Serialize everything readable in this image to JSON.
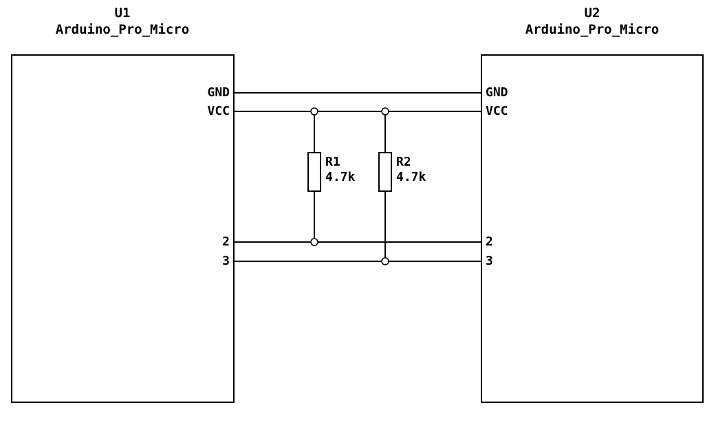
{
  "u1": {
    "reference": "U1",
    "value": "Arduino_Pro_Micro",
    "pins": {
      "gnd": "GND",
      "vcc": "VCC",
      "pin2": "2",
      "pin3": "3"
    }
  },
  "u2": {
    "reference": "U2",
    "value": "Arduino_Pro_Micro",
    "pins": {
      "gnd": "GND",
      "vcc": "VCC",
      "pin2": "2",
      "pin3": "3"
    }
  },
  "r1": {
    "reference": "R1",
    "value": "4.7k"
  },
  "r2": {
    "reference": "R2",
    "value": "4.7k"
  },
  "colors": {
    "background": "#ffffff",
    "line": "#000000"
  }
}
